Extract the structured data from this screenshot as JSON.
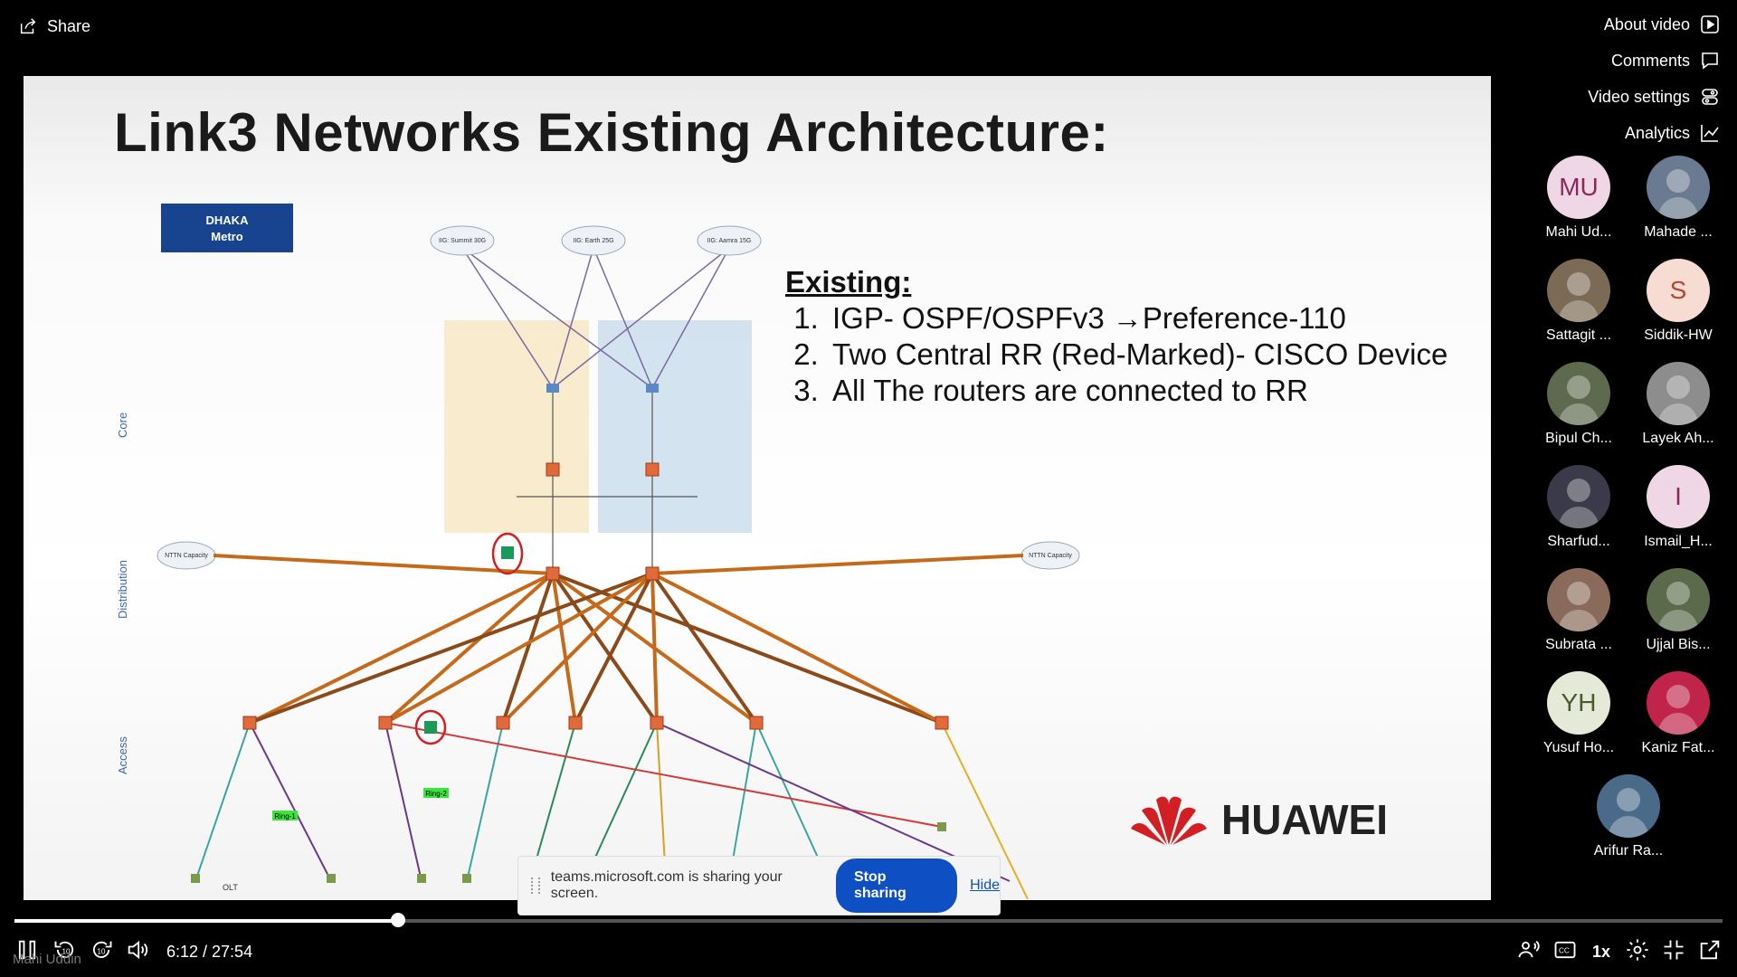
{
  "top": {
    "share_label": "Share"
  },
  "menu": [
    {
      "label": "About video",
      "icon": "play-box-icon"
    },
    {
      "label": "Comments",
      "icon": "comment-icon"
    },
    {
      "label": "Video settings",
      "icon": "settings-stack-icon"
    },
    {
      "label": "Analytics",
      "icon": "chart-line-icon"
    }
  ],
  "slide": {
    "title": "Link3 Networks Existing Architecture:",
    "dhaka_line1": "DHAKA",
    "dhaka_line2": "Metro",
    "existing_heading": "Existing:",
    "points": [
      "IGP- OSPF/OSPFv3 →Preference-110",
      "Two Central RR (Red-Marked)- CISCO Device",
      "All The routers are connected to RR"
    ],
    "layer_core": "Core",
    "layer_distribution": "Distribution",
    "layer_access": "Access",
    "cloud1": "IIG: Summit 30G",
    "cloud2": "IIG: Earth 25G",
    "cloud3": "IIG: Aamra 15G",
    "cloud_left": "NTTN Capacity",
    "cloud_right": "NTTN Capacity",
    "ring1": "Ring-1",
    "ring2": "Ring-2",
    "olt": "OLT",
    "brand": "HUAWEI"
  },
  "sharebar": {
    "message": "teams.microsoft.com is sharing your screen.",
    "stop": "Stop sharing",
    "hide": "Hide"
  },
  "participants": [
    {
      "name": "Mahi Ud...",
      "initials": "MU",
      "bg": "#f0d7e6",
      "fg": "#8a2a5c"
    },
    {
      "name": "Mahade ...",
      "initials": "",
      "bg": "#6a7a90",
      "fg": "#fff"
    },
    {
      "name": "Sattagit ...",
      "initials": "",
      "bg": "#7b6a55",
      "fg": "#fff"
    },
    {
      "name": "Siddik-HW",
      "initials": "S",
      "bg": "#f7dcd4",
      "fg": "#b04a36"
    },
    {
      "name": "Bipul Ch...",
      "initials": "",
      "bg": "#5e6a4e",
      "fg": "#fff"
    },
    {
      "name": "Layek Ah...",
      "initials": "",
      "bg": "#8d8d8d",
      "fg": "#fff"
    },
    {
      "name": "Sharfud...",
      "initials": "",
      "bg": "#3a3a4a",
      "fg": "#fff"
    },
    {
      "name": "Ismail_H...",
      "initials": "I",
      "bg": "#f0d7e6",
      "fg": "#8a2a5c"
    },
    {
      "name": "Subrata ...",
      "initials": "",
      "bg": "#8a6a5a",
      "fg": "#fff"
    },
    {
      "name": "Ujjal Bis...",
      "initials": "",
      "bg": "#5a6a4a",
      "fg": "#fff"
    },
    {
      "name": "Yusuf Ho...",
      "initials": "YH",
      "bg": "#e5ead8",
      "fg": "#4a5a2a"
    },
    {
      "name": "Kaniz Fat...",
      "initials": "",
      "bg": "#c0244a",
      "fg": "#fff"
    }
  ],
  "last_participant": {
    "name": "Arifur Ra...",
    "initials": "",
    "bg": "#4a6a8a",
    "fg": "#fff"
  },
  "player": {
    "time": "6:12 / 27:54",
    "speed": "1x",
    "progress": 0.2248,
    "owner": "Mahi Uddin"
  }
}
